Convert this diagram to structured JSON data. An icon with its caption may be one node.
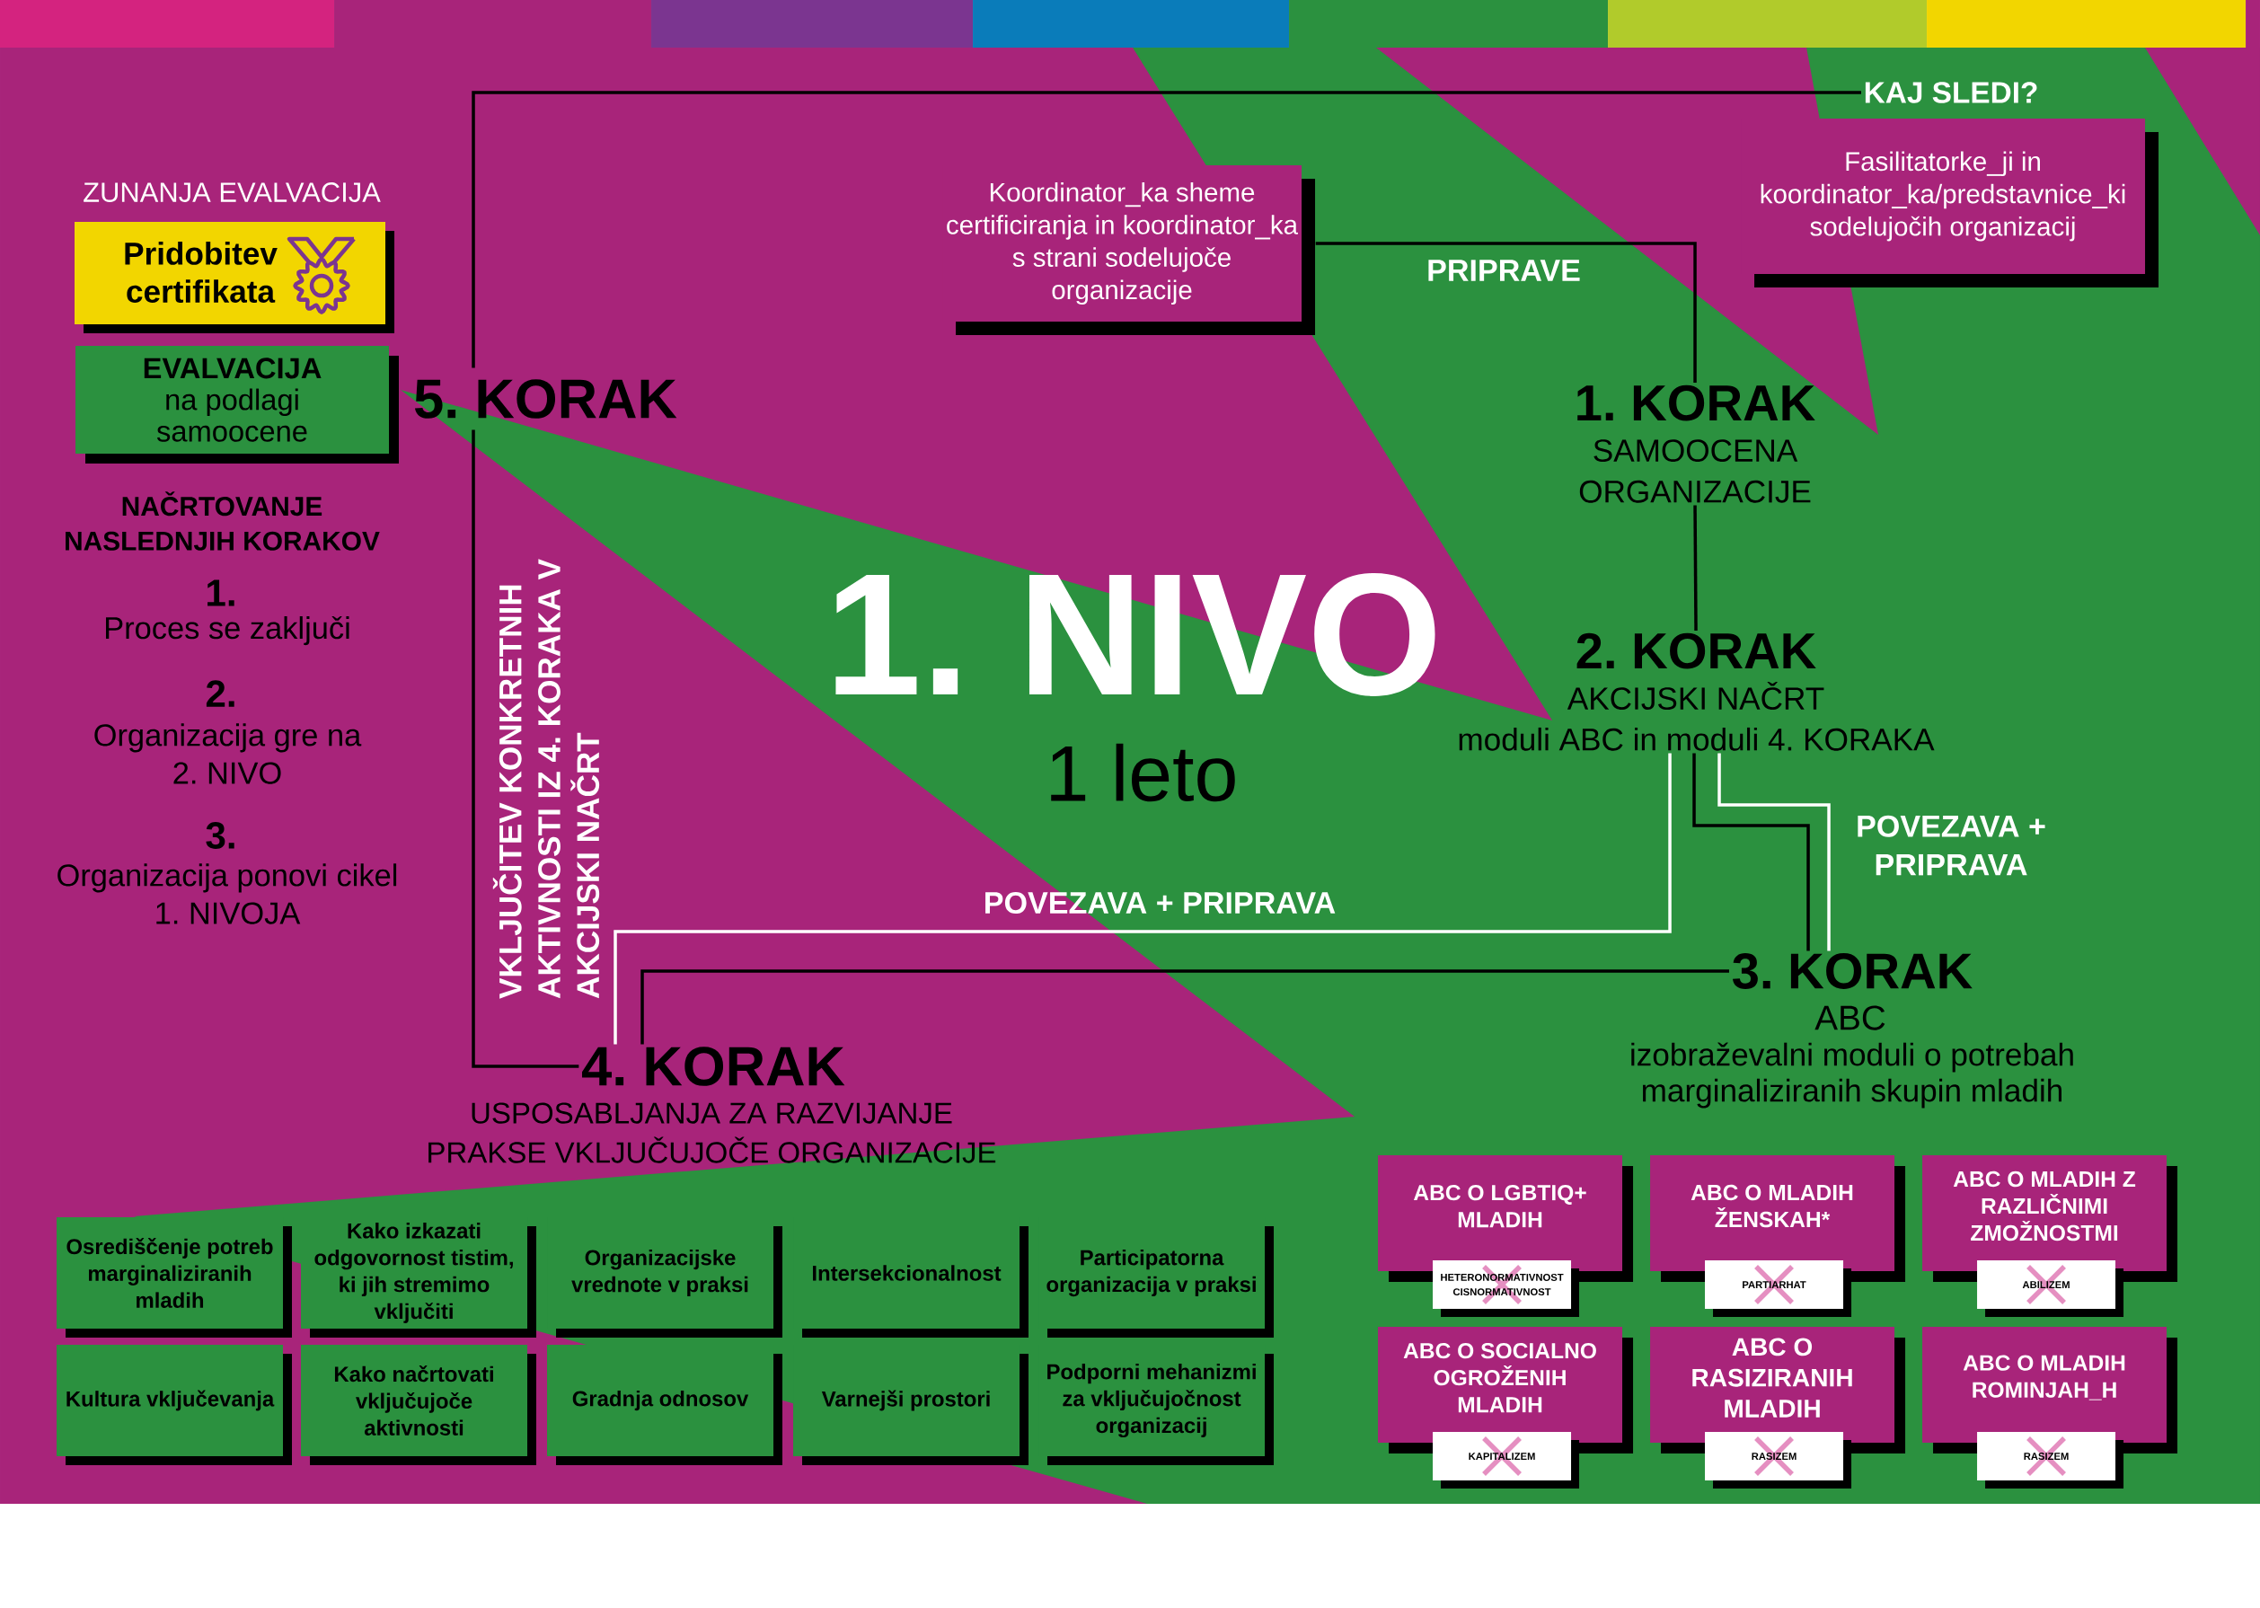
{
  "diagram": {
    "title": "1. NIVO",
    "nodes": [
      {
        "text": [
          "Koordinator_ka sheme certificiranja in koordinator_ka s strani sodelujoče organizacije"
        ]
      },
      {
        "text": [
          "KAJ SLEDI?"
        ]
      },
      {
        "text": [
          "Fasilitatorke_ji in koordinator_ka/predstavnice_ki sodelujočih organizacij"
        ]
      },
      {
        "text": [
          "Pridobitev certifikata"
        ],
        "beside": [
          "ZUNANJA EVALVACIJA"
        ]
      },
      {
        "text": [
          "EVALVACIJA",
          "na podlagi samoocene"
        ]
      },
      {
        "text": [
          "5. KORAK"
        ]
      },
      {
        "text": [
          "1. KORAK",
          "SAMOOCENA ORGANIZACIJE"
        ]
      },
      {
        "text": [
          "2. KORAK",
          "AKCIJSKI NAČRT",
          "moduli ABC in moduli 4. KORAKA"
        ]
      },
      {
        "text": [
          "3. KORAK"
        ],
        "beside": [
          "ABC",
          "izobraževalni moduli o potrebah marginaliziranih skupin mladih"
        ]
      },
      {
        "text": [
          "4. KORAK"
        ],
        "beside": [
          "USPOSABLJANJA ZA RAZVIJANJE PRAKSE VKLJUČUJOČE ORGANIZACIJE"
        ]
      },
      {
        "text": [
          "Osrediščenje potreb marginaliziranih mladih"
        ]
      },
      {
        "text": [
          "Kako izkazati odgovornost tistim, ki jih stremimo vključiti"
        ]
      },
      {
        "text": [
          "Organizacijske vrednote v praksi"
        ]
      },
      {
        "text": [
          "Intersekcionalnost"
        ]
      },
      {
        "text": [
          "Participatorna organizacija v praksi"
        ]
      },
      {
        "text": [
          "Kultura vključevanja"
        ]
      },
      {
        "text": [
          "Kako načrtovati vključujoče aktivnosti"
        ]
      },
      {
        "text": [
          "Gradnja odnosov"
        ]
      },
      {
        "text": [
          "Varnejši prostori"
        ]
      },
      {
        "text": [
          "Podporni mehanizmi za vključujočnost organizacij"
        ]
      },
      {
        "text": [
          "ABC O LGBTIQ+ MLADIH"
        ]
      },
      {
        "text": [
          "HETERONORMATIVNOST",
          "CISNORMATIVNOST"
        ]
      },
      {
        "text": [
          "ABC O MLADIH ŽENSKAH*"
        ]
      },
      {
        "text": [
          "PARTIARHAT"
        ]
      },
      {
        "text": [
          "ABC O MLADIH Z RAZLIČNIMI ZMOŽNOSTMI"
        ]
      },
      {
        "text": [
          "ABILIZEM"
        ]
      },
      {
        "text": [
          "ABC O SOCIALNO OGROŽENIH MLADIH"
        ]
      },
      {
        "text": [
          "KAPITALIZEM"
        ]
      },
      {
        "text": [
          "ABC O RASIZIRANIH MLADIH"
        ]
      },
      {
        "text": [
          "RASIZEM"
        ]
      },
      {
        "text": [
          "ABC O MLADIH ROMINJAH_H"
        ]
      },
      {
        "text": [
          "RASIZEM"
        ]
      }
    ],
    "edges": [
      {
        "from": 0,
        "to": 6,
        "arrow": "none",
        "label": "PRIPRAVE"
      },
      {
        "from": 6,
        "to": 7,
        "arrow": "none"
      },
      {
        "from": 7,
        "to": 8,
        "arrow": "none"
      },
      {
        "from": 7,
        "to": 8,
        "arrow": "none",
        "label": "POVEZAVA + PRIPRAVA",
        "color": "#ffffff"
      },
      {
        "from": 7,
        "to": 9,
        "arrow": "none",
        "label": "POVEZAVA + PRIPRAVA",
        "color": "#ffffff"
      },
      {
        "from": 8,
        "to": 9,
        "arrow": "none"
      },
      {
        "from": 9,
        "to": 5,
        "arrow": "none",
        "label": "VKLJUČITEV KONKRETNIH AKTIVNOSTI IZ 4. KORAKA V AKCIJSKI NAČRT"
      },
      {
        "from": 5,
        "to": 1,
        "arrow": "none"
      }
    ],
    "labels": [
      "NAČRTOVANJE NASLEDNJIH KORAKOV",
      "1.",
      "Proces se zaključi",
      "2.",
      "Organizacija gre na 2. NIVO",
      "3.",
      "Organizacija ponovi cikel 1. NIVOJA",
      "1 leto"
    ]
  }
}
